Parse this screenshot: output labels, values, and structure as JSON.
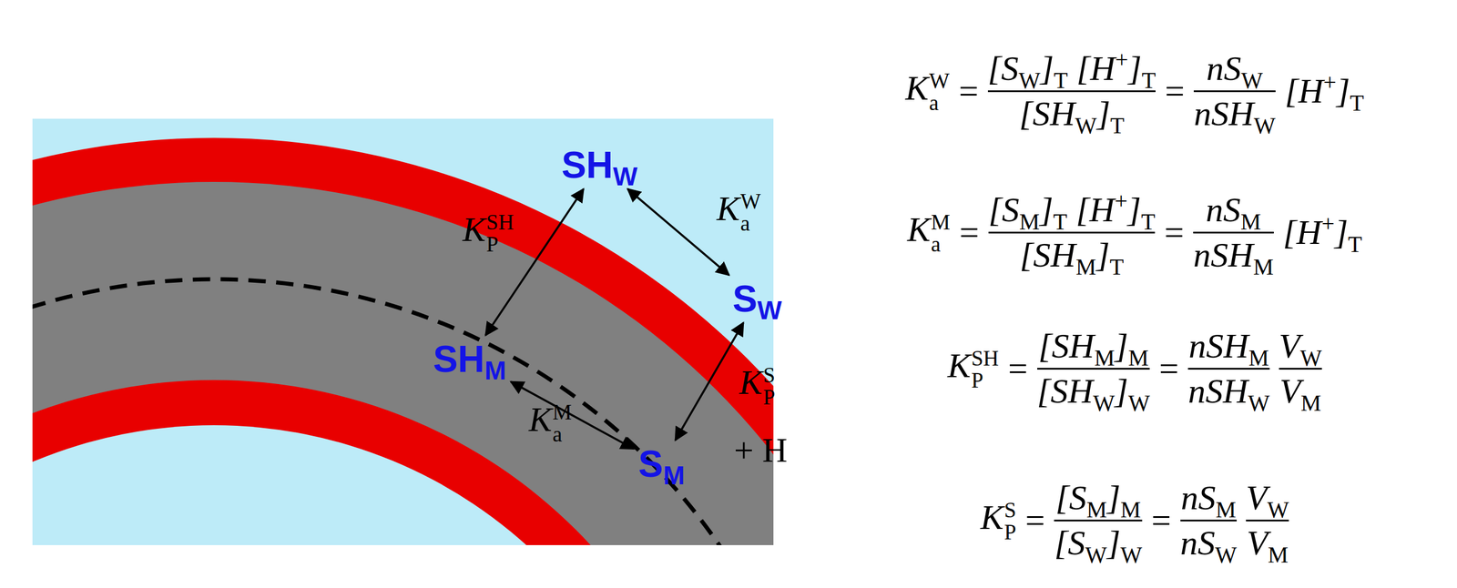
{
  "diagram": {
    "nodes": [
      {
        "text": [
          "SHW"
        ]
      },
      {
        "text": [
          "SW"
        ]
      },
      {
        "text": [
          "SHM"
        ]
      },
      {
        "text": [
          "SM"
        ]
      }
    ],
    "edges": [
      {
        "from": 0,
        "to": 2,
        "arrow": "both",
        "label": "KPSH"
      },
      {
        "from": 0,
        "to": 1,
        "arrow": "both",
        "label": "KaW"
      },
      {
        "from": 2,
        "to": 3,
        "arrow": "both",
        "label": "KaM"
      },
      {
        "from": 1,
        "to": 3,
        "arrow": "both",
        "label": "KPS"
      }
    ],
    "labels": [
      "+ H",
      "KaW",
      "=",
      "[SW]T [H+]T",
      "[SHW]T",
      "=",
      "nSW",
      "nSHW",
      "[H+]T",
      "KaM",
      "=",
      "[SM]T [H+]T",
      "[SHM]T",
      "=",
      "nSM",
      "nSHM",
      "[H+]T",
      "KPSH",
      "=",
      "[SHM]M",
      "[SHW]W",
      "=",
      "nSHM",
      "nSHW",
      "VW",
      "VM",
      "KPS",
      "=",
      "[SM]M",
      "[SW]W",
      "=",
      "nSM",
      "nSW",
      "VW",
      "VM"
    ]
  }
}
